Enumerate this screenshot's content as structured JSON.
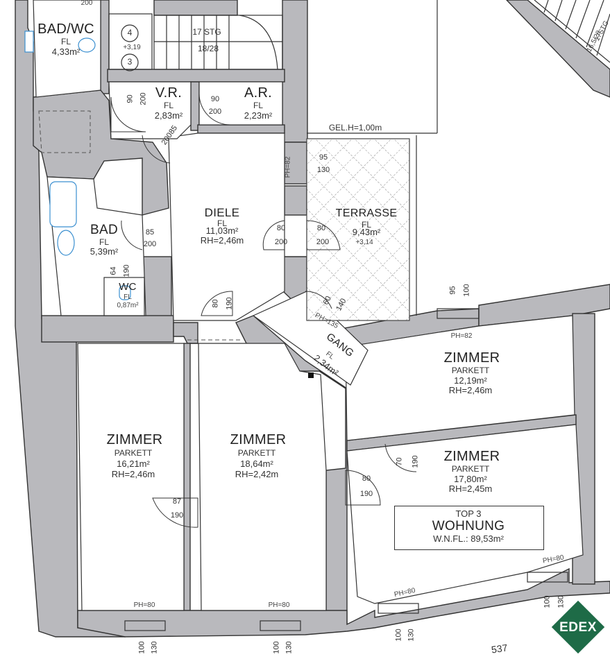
{
  "rooms": {
    "bad_wc": {
      "name": "BAD/WC",
      "floor": "FL",
      "area": "4,33m²"
    },
    "vr": {
      "name": "V.R.",
      "floor": "FL",
      "area": "2,83m²"
    },
    "ar": {
      "name": "A.R.",
      "floor": "FL",
      "area": "2,23m²"
    },
    "diele": {
      "name": "DIELE",
      "floor": "FL",
      "area": "11,03m²",
      "height": "RH=2,46m"
    },
    "terrasse": {
      "name": "TERRASSE",
      "floor": "FL",
      "area": "9,43m²"
    },
    "bad": {
      "name": "BAD",
      "floor": "FL",
      "area": "5,39m²"
    },
    "wc": {
      "name": "WC",
      "floor": "FL",
      "area": "0,87m²"
    },
    "gang": {
      "name": "GANG",
      "floor": "FL",
      "area": "2,34m²"
    },
    "zimmer_ne": {
      "name": "ZIMMER",
      "floor": "PARKETT",
      "area": "12,19m²",
      "height": "RH=2,46m"
    },
    "zimmer_e": {
      "name": "ZIMMER",
      "floor": "PARKETT",
      "area": "17,80m²",
      "height": "RH=2,45m"
    },
    "zimmer_w": {
      "name": "ZIMMER",
      "floor": "PARKETT",
      "area": "16,21m²",
      "height": "RH=2,46m"
    },
    "zimmer_c": {
      "name": "ZIMMER",
      "floor": "PARKETT",
      "area": "18,64m²",
      "height": "RH=2,42m"
    }
  },
  "unit": {
    "top": "TOP 3",
    "title": "WOHNUNG",
    "area": "W.N.FL.:  89,53m²"
  },
  "stair": {
    "steps": "17 STG",
    "ratio": "18/28",
    "level": "+3,19",
    "n4": "4",
    "n3": "3"
  },
  "stair_right": {
    "steps": "17STG",
    "ratio": "16,5/28"
  },
  "notes": {
    "gel": "GEL.H=1,00m",
    "terrace_level": "+3,14",
    "ph82_a": "PH=82",
    "ph82_b": "PH=82",
    "ph135": "PH=135",
    "ph80_a": "PH=80",
    "ph80_b": "PH=80",
    "ph80_c": "PH=80",
    "ph80_d": "PH=80",
    "top200": "200",
    "dim537": "537"
  },
  "doors": {
    "vr_a": "90",
    "vr_b": "200",
    "ar_a": "90",
    "ar_b": "200",
    "vr2_a": "85",
    "vr2_b": "200",
    "terr_a": "95",
    "terr_b": "130",
    "bad_a": "85",
    "bad_b": "200",
    "diele_a": "80",
    "diele_b": "200",
    "terr2_a": "80",
    "terr2_b": "200",
    "wc_a": "64",
    "wc_b": "190",
    "diele2_a": "80",
    "diele2_b": "190",
    "gang_a": "60",
    "gang_b": "140",
    "win_ne_a": "95",
    "win_ne_b": "100",
    "ze_a": "70",
    "ze_b": "190",
    "zc_a": "80",
    "zc_b": "190",
    "zw_a": "87",
    "zw_b": "190",
    "win_b1_a": "100",
    "win_b1_b": "130",
    "win_b2_a": "100",
    "win_b2_b": "130",
    "win_b3_a": "100",
    "win_b3_b": "130",
    "win_e_a": "100",
    "win_e_b": "130"
  },
  "brand": {
    "logo": "EDEX",
    "color": "#1e6b47"
  },
  "colors": {
    "wall": "#b9b9bd",
    "fixture": "#3a8fd0"
  }
}
